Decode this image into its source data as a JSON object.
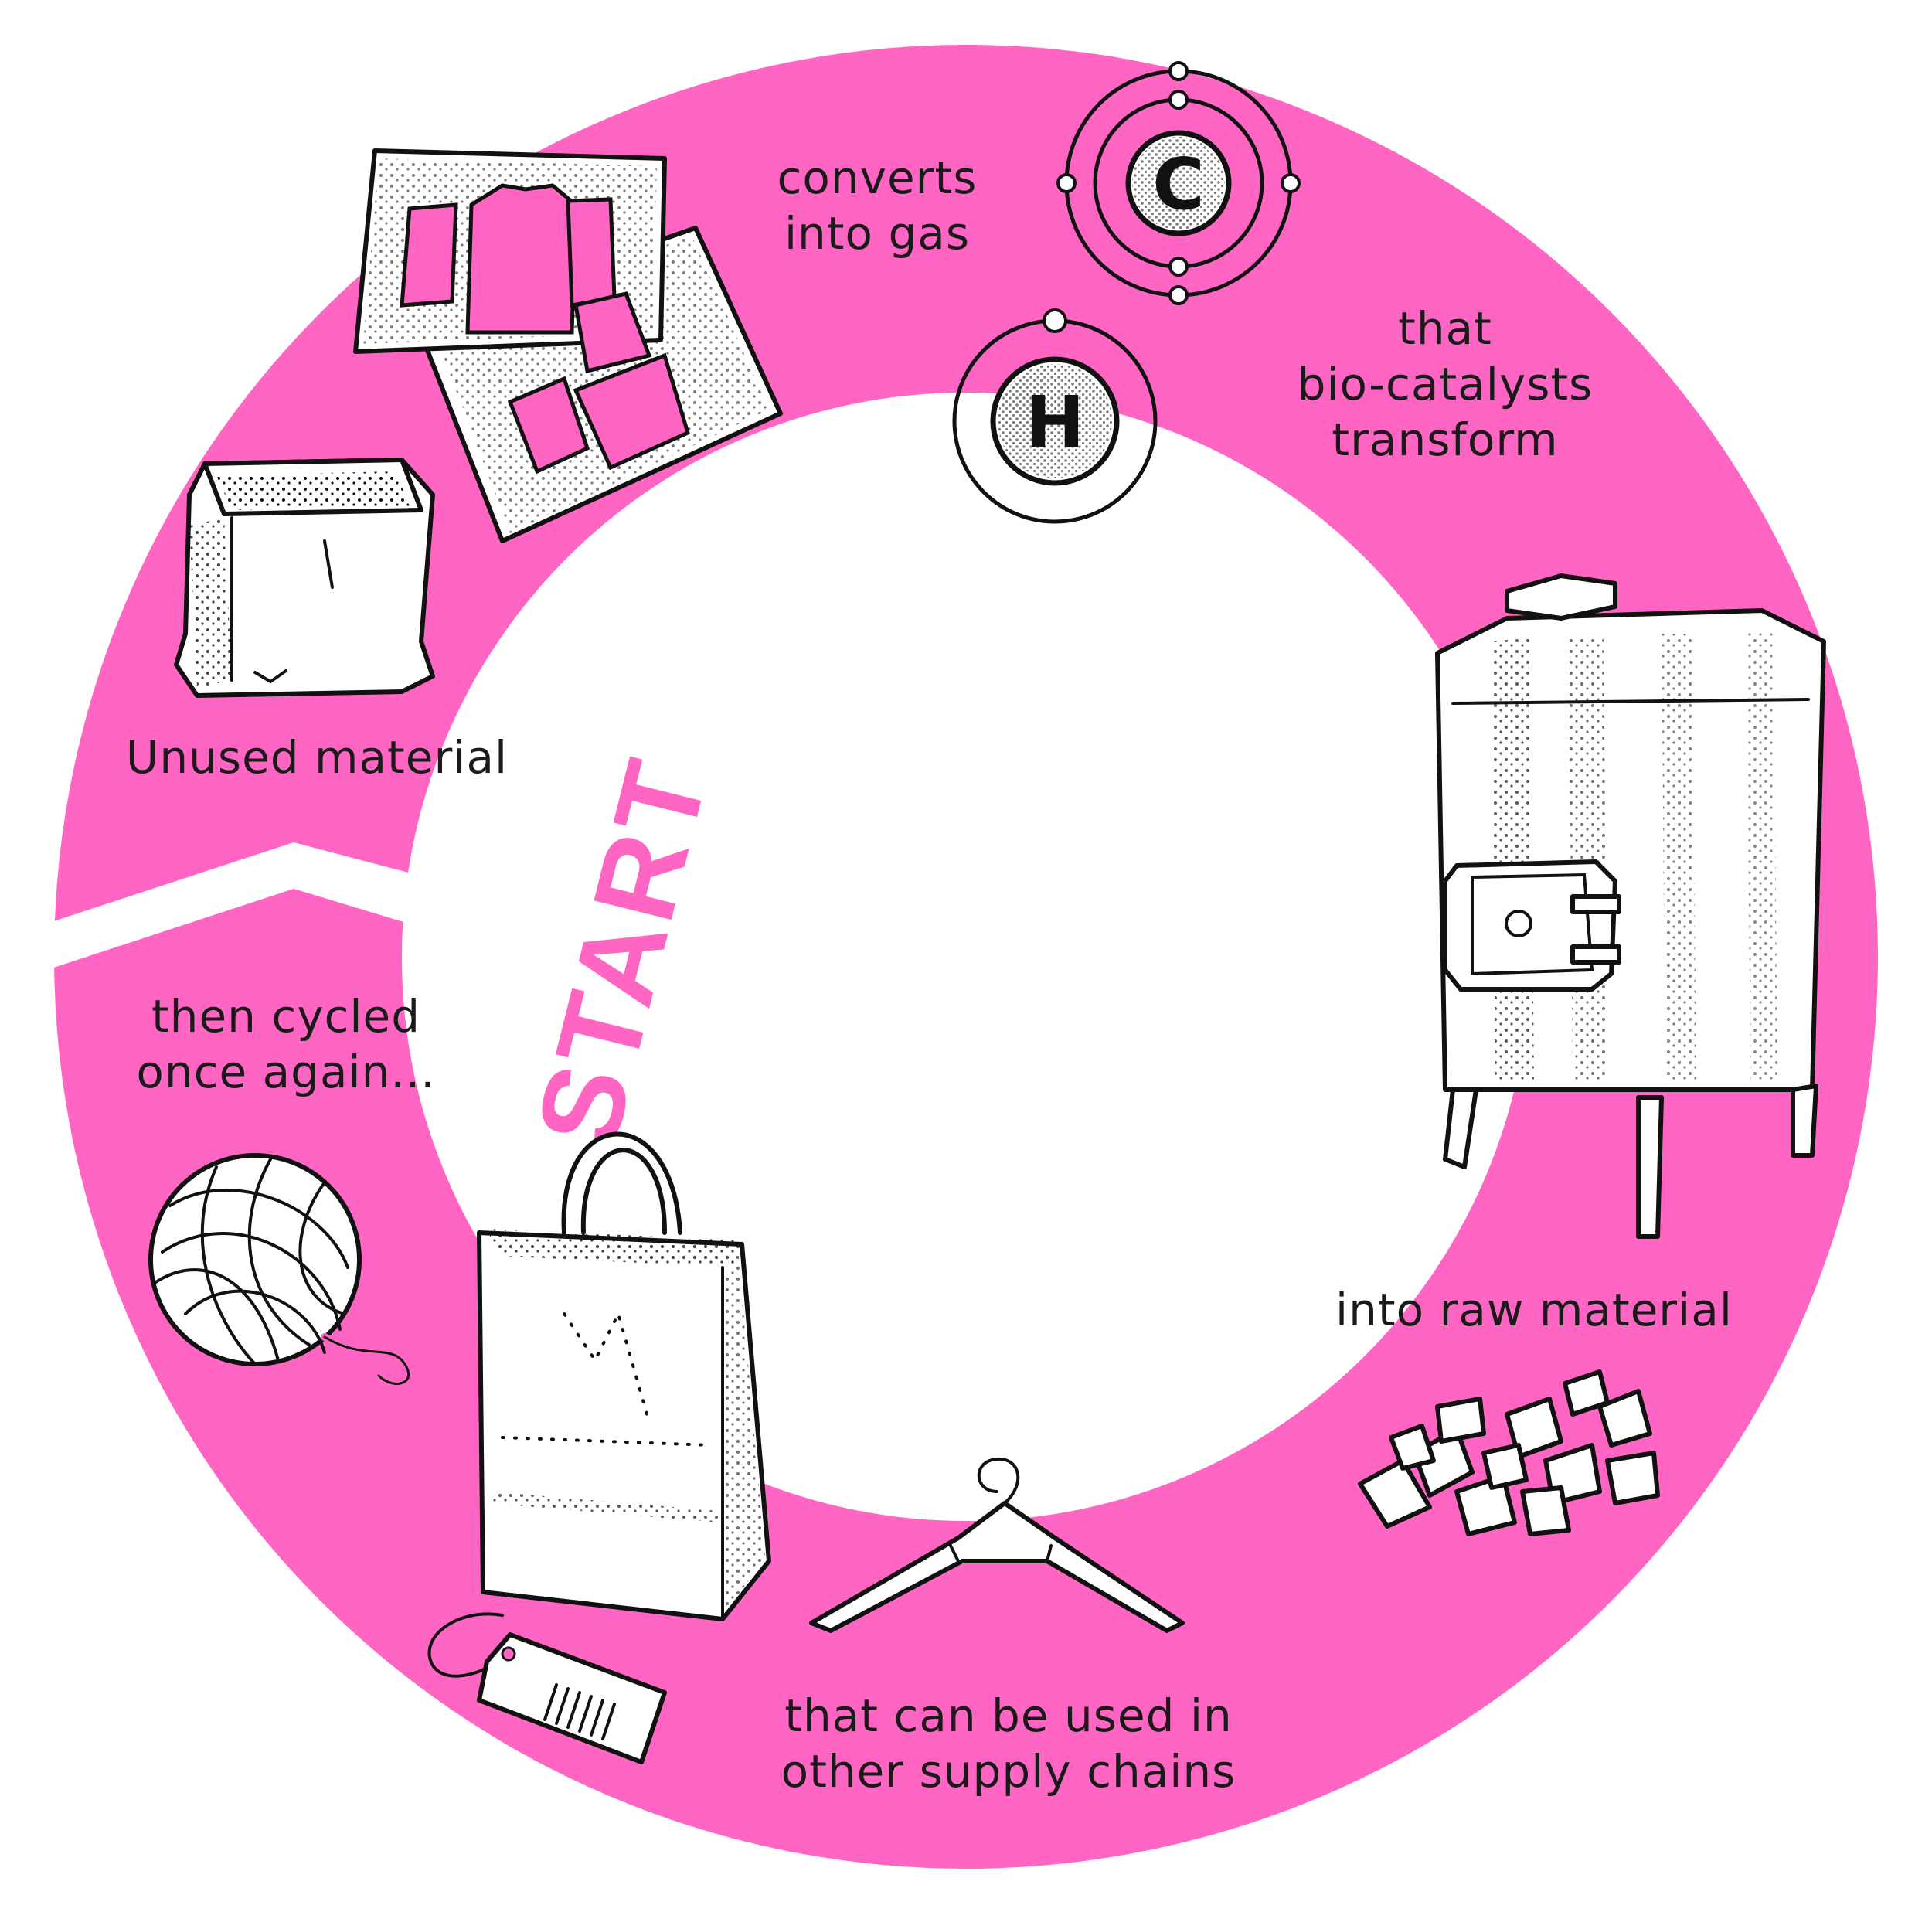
{
  "colors": {
    "ring": "#ff66c4",
    "ink": "#111111",
    "background": "#ffffff"
  },
  "start_label": "START",
  "steps": [
    {
      "id": "unused",
      "lines": [
        "Unused material"
      ],
      "icon": "folded-fabric-bundle-icon"
    },
    {
      "id": "gas",
      "lines": [
        "converts",
        "into gas"
      ],
      "icon": "carbon-atom-icon"
    },
    {
      "id": "bio",
      "lines": [
        "that",
        "bio-catalysts",
        "transform"
      ],
      "icon": "hydrogen-atom-icon"
    },
    {
      "id": "raw",
      "lines": [
        "into raw material"
      ],
      "icon": "steel-tank-icon"
    },
    {
      "id": "supply",
      "lines": [
        "that can be used in",
        "other supply chains"
      ],
      "icon": "hanger-icon"
    },
    {
      "id": "cycled",
      "lines": [
        "then cycled",
        "once again..."
      ],
      "icon": "yarn-ball-icon"
    }
  ],
  "atoms": {
    "carbon": "C",
    "hydrogen": "H"
  }
}
